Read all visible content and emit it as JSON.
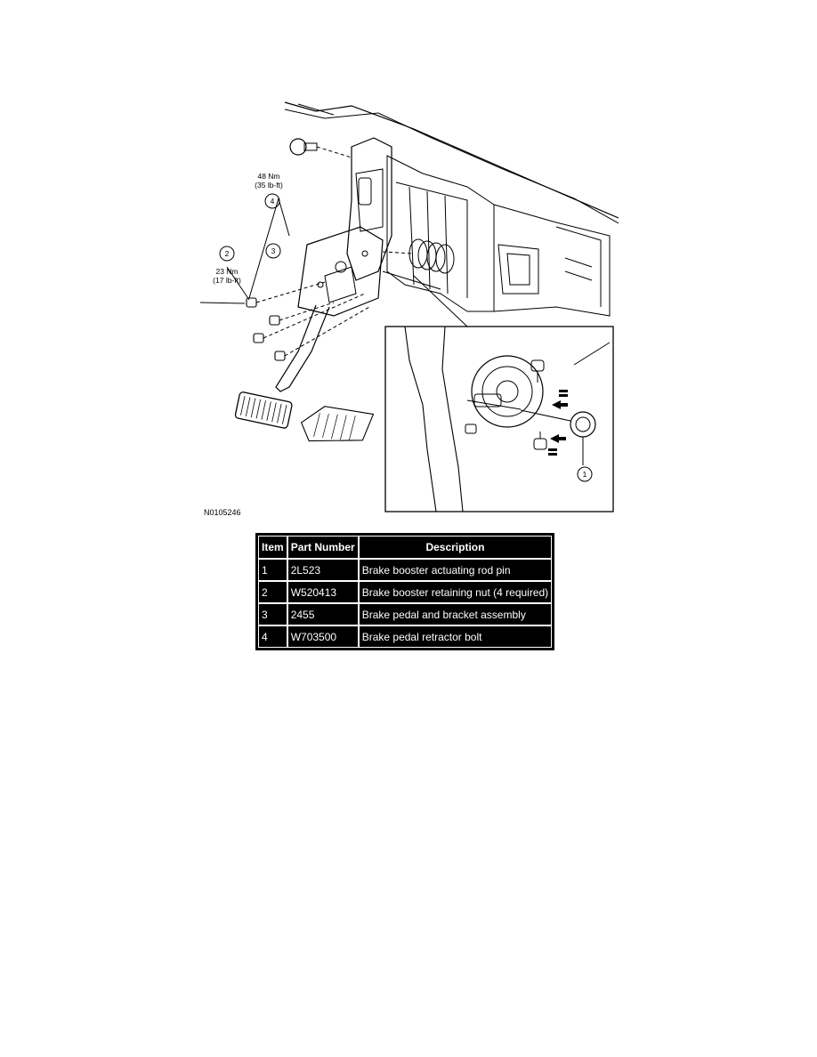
{
  "figure": {
    "id_label": "N0105246",
    "callouts": {
      "c1": "1",
      "c2": "2",
      "c3": "3",
      "c4": "4",
      "torque_4_nm": "48 Nm",
      "torque_4_lbft": "(35 lb-ft)",
      "torque_2_nm": "23 Nm",
      "torque_2_lbft": "(17 lb-ft)"
    }
  },
  "table": {
    "headers": [
      "Item",
      "Part Number",
      "Description"
    ],
    "rows": [
      {
        "item": "1",
        "part": "2L523",
        "desc": "Brake booster actuating rod pin"
      },
      {
        "item": "2",
        "part": "W520413",
        "desc": "Brake booster retaining nut (4 required)"
      },
      {
        "item": "3",
        "part": "2455",
        "desc": "Brake pedal and bracket assembly"
      },
      {
        "item": "4",
        "part": "W703500",
        "desc": "Brake pedal retractor bolt"
      }
    ]
  }
}
